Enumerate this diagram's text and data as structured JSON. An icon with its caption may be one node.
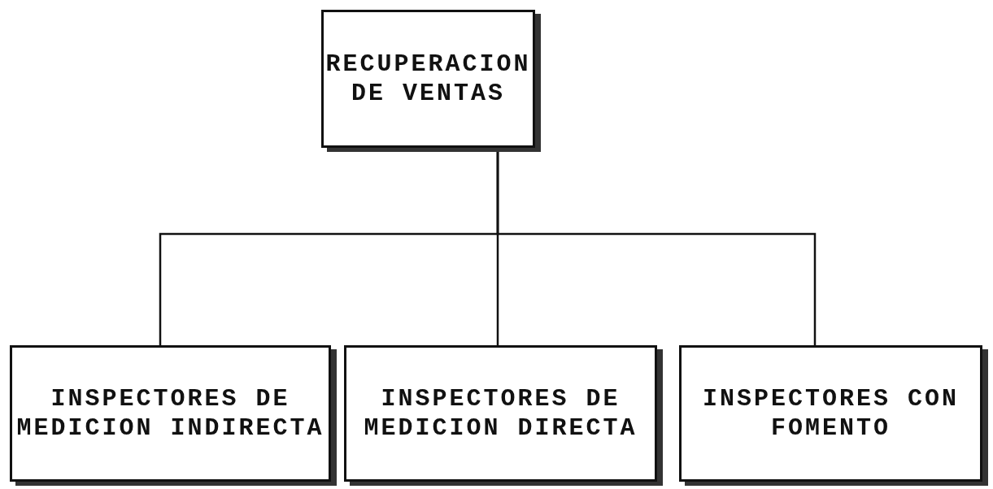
{
  "diagram": {
    "nodes": [
      {
        "text": [
          "RECUPERACION DE VENTAS"
        ]
      },
      {
        "text": [
          "INSPECTORES DE MEDICION INDIRECTA"
        ]
      },
      {
        "text": [
          "INSPECTORES DE MEDICION DIRECTA"
        ]
      },
      {
        "text": [
          "INSPECTORES CON FOMENTO"
        ]
      }
    ],
    "edges": [
      {
        "from": 0,
        "to": 1,
        "arrow": "none"
      },
      {
        "from": 0,
        "to": 2,
        "arrow": "none"
      },
      {
        "from": 0,
        "to": 3,
        "arrow": "none"
      }
    ]
  }
}
